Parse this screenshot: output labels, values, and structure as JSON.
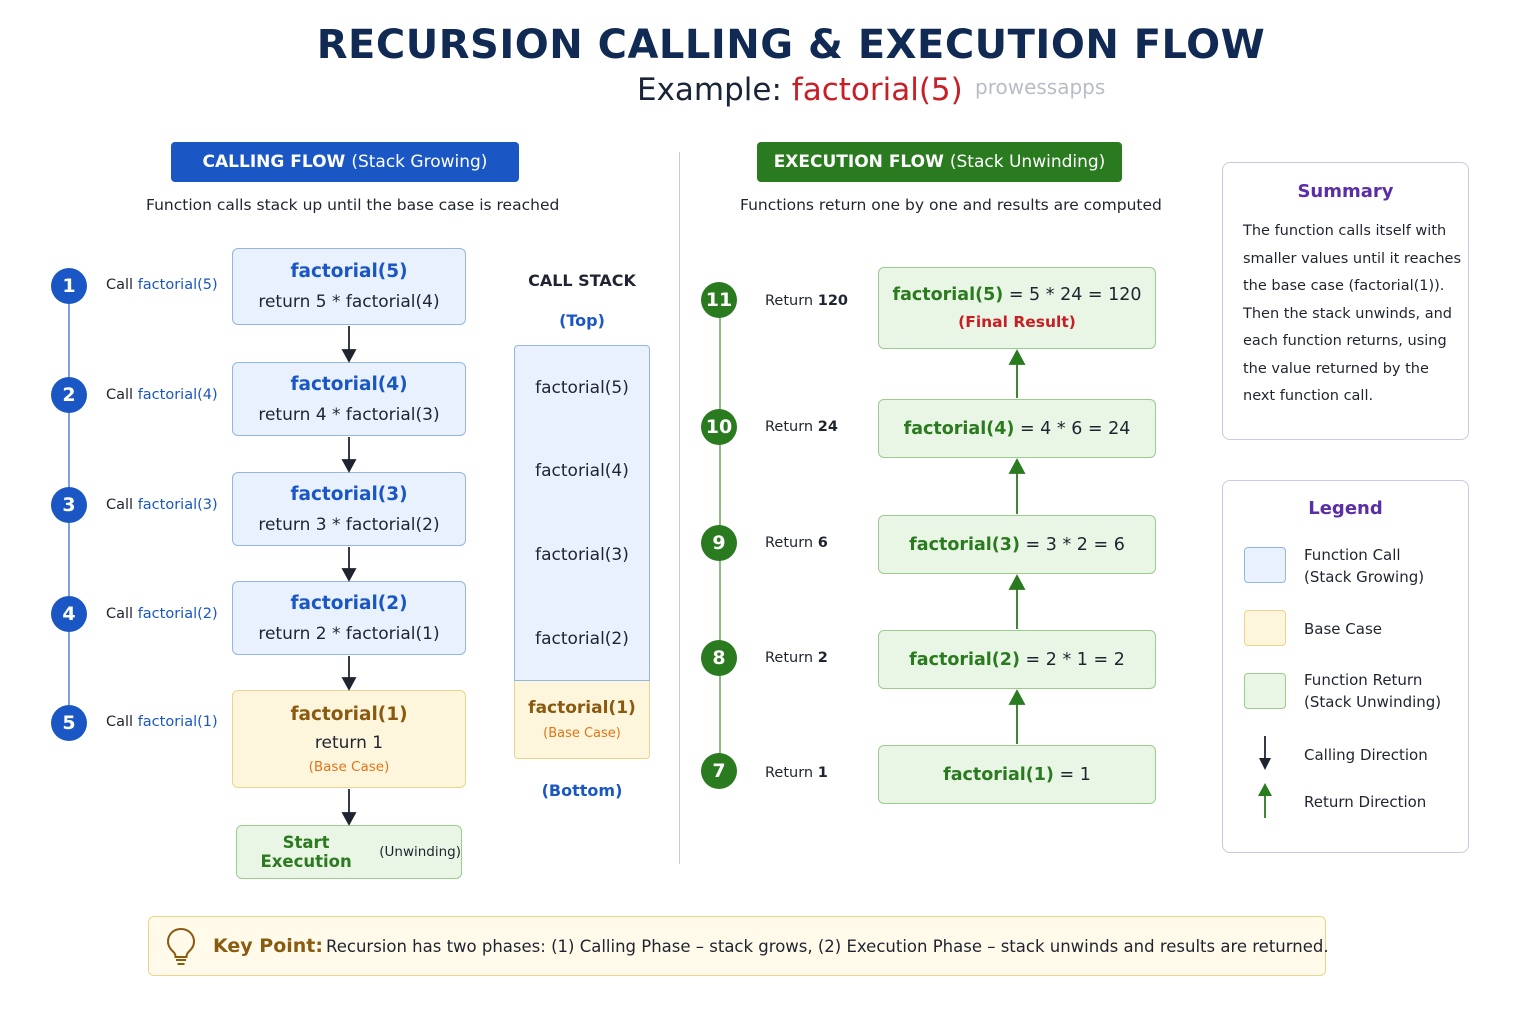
{
  "header": {
    "title": "RECURSION CALLING & EXECUTION FLOW",
    "subtitle_prefix": "Example:",
    "subtitle_fn": "factorial(5)",
    "watermark": "prowessapps"
  },
  "calling": {
    "header": "CALLING FLOW",
    "header_paren": "(Stack Growing)",
    "subtitle": "Function calls stack up until the base case is reached",
    "steps": [
      {
        "num": "1",
        "call_prefix": "Call",
        "call_fn": "factorial(5)",
        "name": "factorial(5)",
        "line": "return 5 * factorial(4)"
      },
      {
        "num": "2",
        "call_prefix": "Call",
        "call_fn": "factorial(4)",
        "name": "factorial(4)",
        "line": "return 4 * factorial(3)"
      },
      {
        "num": "3",
        "call_prefix": "Call",
        "call_fn": "factorial(3)",
        "name": "factorial(3)",
        "line": "return 3 * factorial(2)"
      },
      {
        "num": "4",
        "call_prefix": "Call",
        "call_fn": "factorial(2)",
        "name": "factorial(2)",
        "line": "return 2 * factorial(1)"
      },
      {
        "num": "5",
        "call_prefix": "Call",
        "call_fn": "factorial(1)",
        "name": "factorial(1)",
        "line": "return 1",
        "tag": "(Base Case)"
      }
    ],
    "start": {
      "main": "Start Execution",
      "sub": "(Unwinding)"
    }
  },
  "stack": {
    "title": "CALL STACK",
    "top": "(Top)",
    "bottom": "(Bottom)",
    "cells": [
      "factorial(5)",
      "factorial(4)",
      "factorial(3)",
      "factorial(2)"
    ],
    "base": {
      "name": "factorial(1)",
      "tag": "(Base Case)"
    }
  },
  "execution": {
    "header": "EXECUTION FLOW",
    "header_paren": "(Stack Unwinding)",
    "subtitle": "Functions return one by one and results are computed",
    "steps": [
      {
        "num": "11",
        "ret_prefix": "Return",
        "ret_val": "120",
        "fn": "factorial(5)",
        "expr": " = 5 * 24 = 120",
        "final": "(Final Result)"
      },
      {
        "num": "10",
        "ret_prefix": "Return",
        "ret_val": "24",
        "fn": "factorial(4)",
        "expr": " = 4 * 6 = 24"
      },
      {
        "num": "9",
        "ret_prefix": "Return",
        "ret_val": "6",
        "fn": "factorial(3)",
        "expr": " = 3 * 2 = 6"
      },
      {
        "num": "8",
        "ret_prefix": "Return",
        "ret_val": "2",
        "fn": "factorial(2)",
        "expr": " = 2 * 1 = 2"
      },
      {
        "num": "7",
        "ret_prefix": "Return",
        "ret_val": "1",
        "fn": "factorial(1)",
        "expr": " = 1"
      }
    ]
  },
  "summary": {
    "title": "Summary",
    "lines": [
      "The function calls itself with",
      "smaller values until it reaches",
      "the base case (factorial(1)).",
      "Then the stack unwinds, and",
      "each function returns, using",
      "the value returned by the",
      "next function call."
    ]
  },
  "legend": {
    "title": "Legend",
    "call_l1": "Function Call",
    "call_l2": "(Stack Growing)",
    "base": "Base Case",
    "ret_l1": "Function Return",
    "ret_l2": "(Stack Unwinding)",
    "calling_dir": "Calling Direction",
    "return_dir": "Return Direction"
  },
  "keypoint": {
    "label": "Key Point:",
    "text": "Recursion has two phases: (1) Calling Phase – stack grows, (2) Execution Phase – stack unwinds and results are returned."
  },
  "colors": {
    "blue": "#1a56c4",
    "green": "#2a7a1f",
    "red": "#c62026",
    "orange": "#e0741a",
    "purple": "#5a2ea6",
    "navy": "#102a54"
  }
}
